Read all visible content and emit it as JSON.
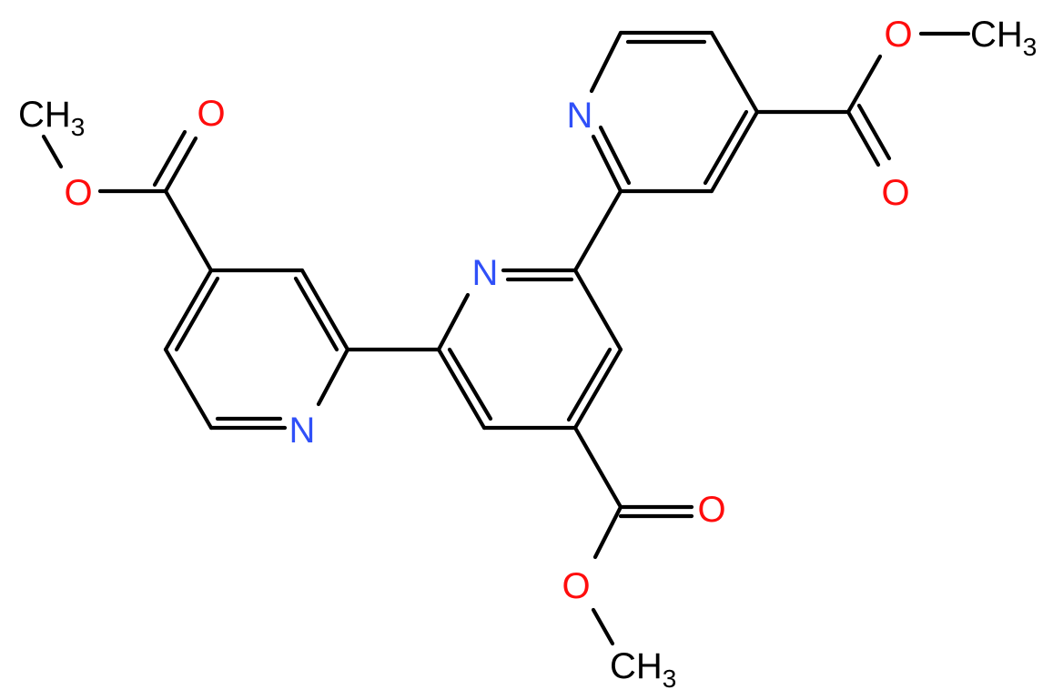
{
  "colors": {
    "bond": "#000000",
    "nitrogen": "#3050F8",
    "oxygen": "#FF0D0D",
    "carbon": "#000000",
    "background": "#FFFFFF"
  },
  "atoms": {
    "n_top_right": "N",
    "n_center": "N",
    "n_left": "N",
    "o_top_right_ether": "O",
    "o_top_right_carbonyl": "O",
    "o_top_left_carbonyl": "O",
    "o_top_left_ether": "O",
    "o_bottom_carbonyl": "O",
    "o_bottom_ether": "O",
    "methyl_top_right": {
      "main": "CH",
      "sub": "3"
    },
    "methyl_top_left": {
      "main": "CH",
      "sub": "3"
    },
    "methyl_bottom": {
      "main": "CH",
      "sub": "3"
    }
  }
}
